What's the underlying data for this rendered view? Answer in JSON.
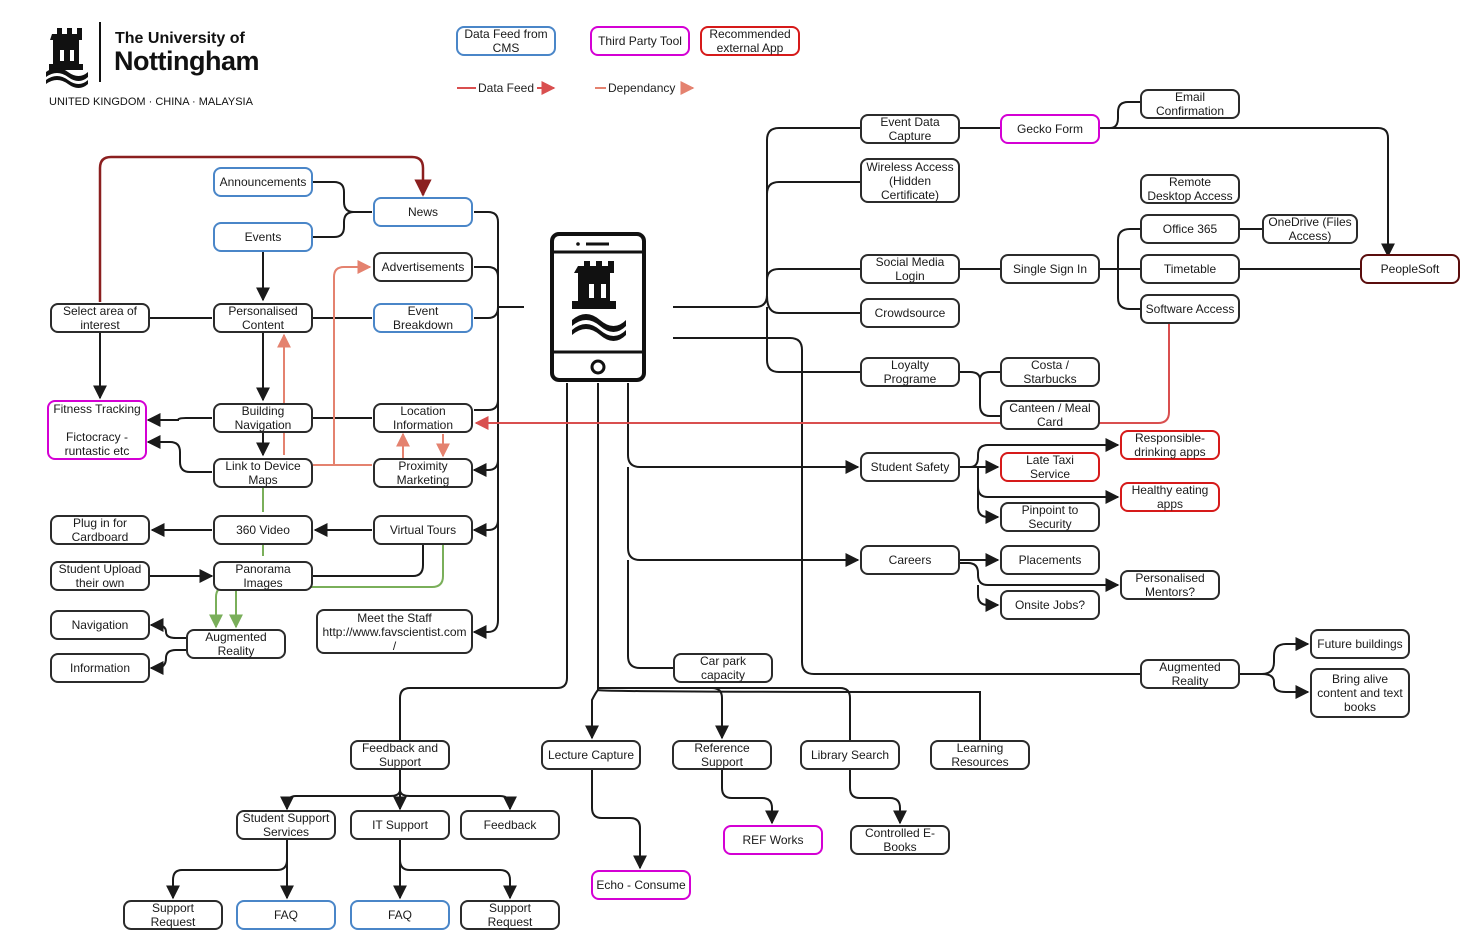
{
  "brand": {
    "line1": "The University of",
    "line2": "Nottingham",
    "tagline": "UNITED KINGDOM · CHINA · MALAYSIA",
    "logo_icon": "castle-crest-icon"
  },
  "legend": {
    "cms": "Data Feed from\nCMS",
    "third_party": "Third Party Tool",
    "recommended": "Recommended\nexternal App",
    "data_feed": "Data Feed",
    "dependancy": "Dependancy"
  },
  "colors": {
    "cms": "#4a86c8",
    "third_party": "#d400d4",
    "recommended": "#d61a1a",
    "peoplesoft": "#5a0d0d",
    "data_feed_line": "#d94f4f",
    "dependancy_line": "#e4826f",
    "green_line": "#7aaf5a",
    "dark_red_line": "#8b1f1f",
    "default_line": "#1a1a1a"
  },
  "center_icon": "smartphone-icon",
  "nodes": {
    "announcements": "Announcements",
    "events": "Events",
    "news": "News",
    "advertisements": "Advertisements",
    "select_area": "Select area of\ninterest",
    "personalised_content": "Personalised\nContent",
    "event_breakdown": "Event\nBreakdown",
    "fitness": "Fitness Tracking\n\nFictocracy -\nruntastic etc",
    "building_nav": "Building\nNavigation",
    "location_info": "Location\nInformation",
    "link_device": "Link to Device\nMaps",
    "proximity": "Proximity\nMarketing",
    "plug_in": "Plug in for\nCardboard",
    "video360": "360 Video",
    "virtual_tours": "Virtual Tours",
    "student_upload": "Student Upload\ntheir own",
    "panorama": "Panorama\nImages",
    "navigation": "Navigation",
    "ar_left": "Augmented\nReality",
    "meet_staff": "Meet the Staff\nhttp://www.favscientist.com\n/",
    "information": "Information",
    "event_capture": "Event Data\nCapture",
    "gecko": "Gecko Form",
    "email_confirm": "Email\nConfirmation",
    "wireless": "Wireless Access\n(Hidden\nCertificate)",
    "remote_desktop": "Remote\nDesktop Access",
    "office365": "Office 365",
    "onedrive": "OneDrive (Files\nAccess)",
    "social_login": "Social Media\nLogin",
    "sso": "Single Sign In",
    "timetable": "Timetable",
    "peoplesoft": "PeopleSoft",
    "crowdsource": "Crowdsource",
    "software_access": "Software Access",
    "loyalty": "Loyalty\nPrograme",
    "costa": "Costa /\nStarbucks",
    "canteen": "Canteen / Meal\nCard",
    "student_safety": "Student Safety",
    "responsible": "Responsible-\ndrinking apps",
    "late_taxi": "Late Taxi\nService",
    "healthy": "Healthy eating\napps",
    "pinpoint": "Pinpoint to\nSecurity",
    "careers": "Careers",
    "placements": "Placements",
    "mentors": "Personalised\nMentors?",
    "onsite_jobs": "Onsite Jobs?",
    "car_park": "Car park\ncapacity",
    "ar_right": "Augmented\nReality",
    "future_buildings": "Future buildings",
    "bring_alive": "Bring alive\ncontent and text\nbooks",
    "feedback_support": "Feedback and\nSupport",
    "lecture_capture": "Lecture Capture",
    "reference_support": "Reference\nSupport",
    "library_search": "Library Search",
    "learning_resources": "Learning\nResources",
    "student_support": "Student Support\nServices",
    "it_support": "IT Support",
    "feedback": "Feedback",
    "ref_works": "REF Works",
    "controlled_ebooks": "Controlled E-\nBooks",
    "echo": "Echo - Consume",
    "support_request_1": "Support Request",
    "faq_1": "FAQ",
    "faq_2": "FAQ",
    "support_request_2": "Support Request"
  }
}
